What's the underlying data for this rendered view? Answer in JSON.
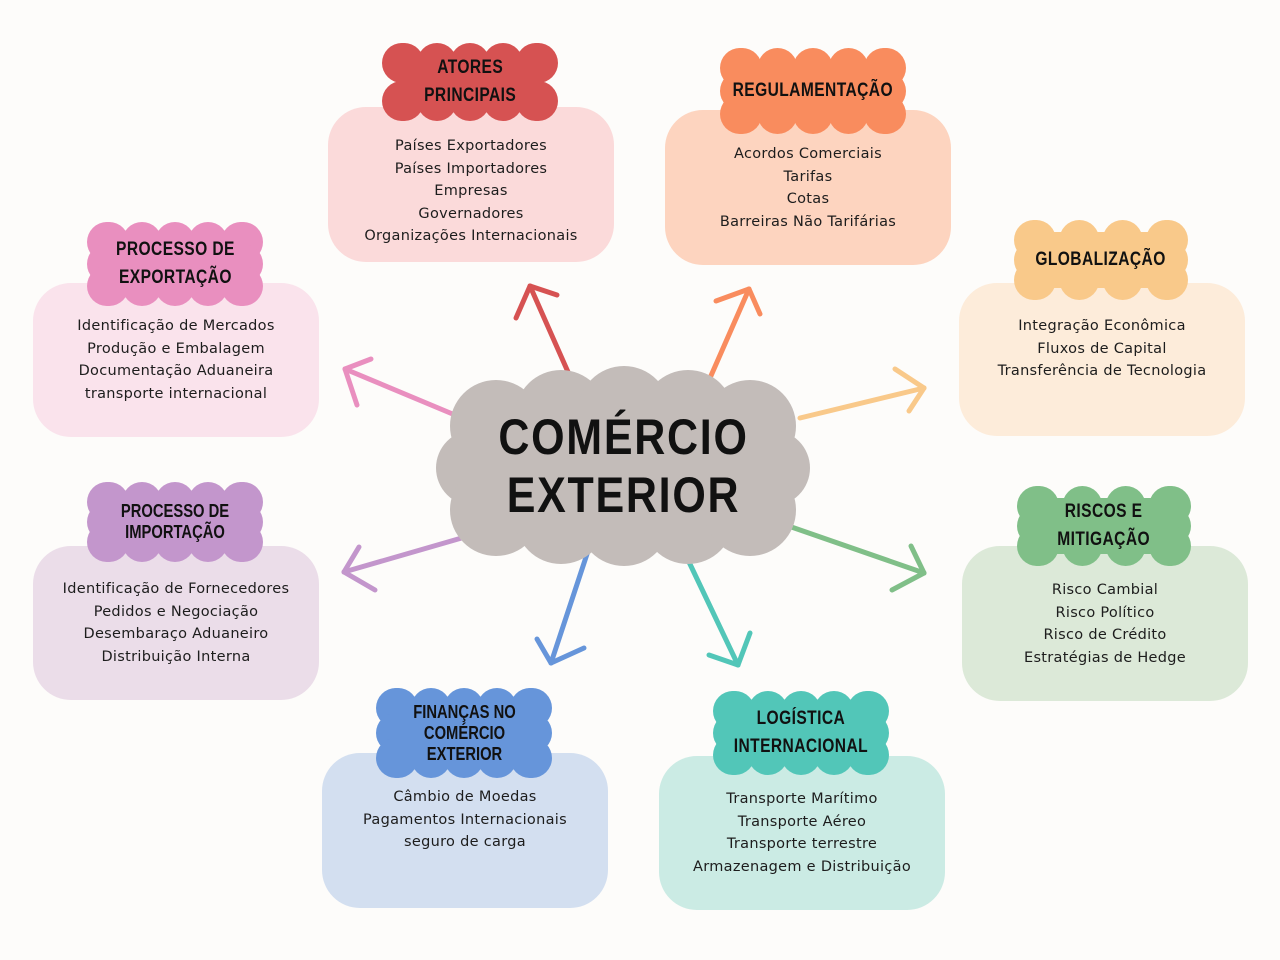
{
  "center": {
    "title": "COMÉRCIO\nEXTERIOR",
    "color": "#c3bcb9"
  },
  "nodes": [
    {
      "id": "atores-principais",
      "title": "ATORES\nPRINCIPAIS",
      "header_color": "#d65252",
      "card_color": "#fbdada",
      "arrow_color": "#d65252",
      "items": [
        "Países Exportadores",
        "Países Importadores",
        "Empresas",
        "Governadores",
        "Organizações Internacionais"
      ]
    },
    {
      "id": "regulamentacao",
      "title": "REGULAMENTAÇÃO",
      "header_color": "#f98c5e",
      "card_color": "#fdd4bf",
      "arrow_color": "#f98c5e",
      "items": [
        "Acordos Comerciais",
        "Tarifas",
        "Cotas",
        "Barreiras Não Tarifárias"
      ]
    },
    {
      "id": "globalizacao",
      "title": "GLOBALIZAÇÃO",
      "header_color": "#f9c98a",
      "card_color": "#fdecda",
      "arrow_color": "#f9c98a",
      "items": [
        "Integração Econômica",
        "Fluxos de Capital",
        "Transferência de Tecnologia"
      ]
    },
    {
      "id": "riscos-mitigacao",
      "title": "RISCOS E\nMITIGAÇÃO",
      "header_color": "#80bf88",
      "card_color": "#dce9d8",
      "arrow_color": "#80bf88",
      "items": [
        "Risco Cambial",
        "Risco Político",
        "Risco de Crédito",
        "Estratégias de Hedge"
      ]
    },
    {
      "id": "logistica-internacional",
      "title": "LOGÍSTICA\nINTERNACIONAL",
      "header_color": "#52c6b8",
      "card_color": "#cbebe4",
      "arrow_color": "#52c6b8",
      "items": [
        "Transporte Marítimo",
        "Transporte Aéreo",
        "Transporte terrestre",
        "Armazenagem e Distribuição"
      ]
    },
    {
      "id": "financas-comercio-exterior",
      "title": "FINANÇAS NO\nCOMÉRCIO\nEXTERIOR",
      "header_color": "#6695da",
      "card_color": "#d3dff0",
      "arrow_color": "#6695da",
      "items": [
        "Câmbio de Moedas",
        "Pagamentos Internacionais",
        "seguro de carga"
      ]
    },
    {
      "id": "processo-importacao",
      "title": "PROCESSO DE\nIMPORTAÇÃO",
      "header_color": "#c396cc",
      "card_color": "#ebdde9",
      "arrow_color": "#c396cc",
      "items": [
        "Identificação de Fornecedores",
        "Pedidos e Negociação",
        "Desembaraço Aduaneiro",
        "Distribuição Interna"
      ]
    },
    {
      "id": "processo-exportacao",
      "title": "PROCESSO DE\nEXPORTAÇÃO",
      "header_color": "#e98fbf",
      "card_color": "#fae3ec",
      "arrow_color": "#e98fbf",
      "items": [
        "Identificação de Mercados",
        "Produção e Embalagem",
        "Documentação Aduaneira",
        "transporte internacional"
      ]
    }
  ]
}
